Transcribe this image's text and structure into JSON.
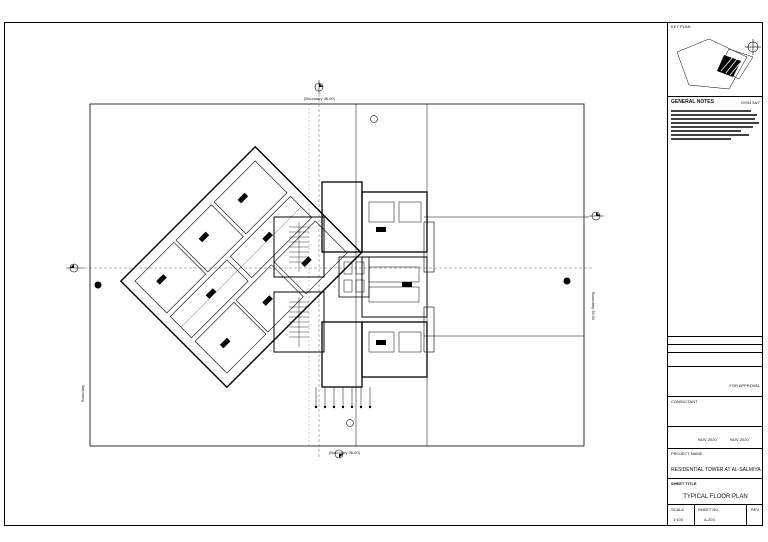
{
  "drawing": {
    "axis_top": "(Boundary 36.00)",
    "axis_bottom": "(Boundary 36.00)",
    "axis_right": "Boundary 36.00",
    "axis_left": "Boundary"
  },
  "title_block": {
    "key_plan_label": "KEY PLAN",
    "general_notes_title": "GENERAL NOTES",
    "general_notes_ref": "G/Sht 5a/7",
    "status": "FOR APPROVAL",
    "client_label": "CONSULTANT",
    "project_label": "PROJECT NAME",
    "project_name": "RESIDENTIAL TOWER AT AL-SALMIYA",
    "sheet_title_label": "SHEET TITLE",
    "sheet_title": "TYPICAL FLOOR PLAN",
    "drawn_date": "NOV 2020",
    "checked_date": "NOV 2020",
    "scale_label": "SCALE",
    "scale_value": "1:100",
    "sheet_no_label": "SHEET NO.",
    "sheet_no": "A-203",
    "rev_label": "REV"
  },
  "colors": {
    "line": "#000000",
    "background": "#ffffff"
  }
}
